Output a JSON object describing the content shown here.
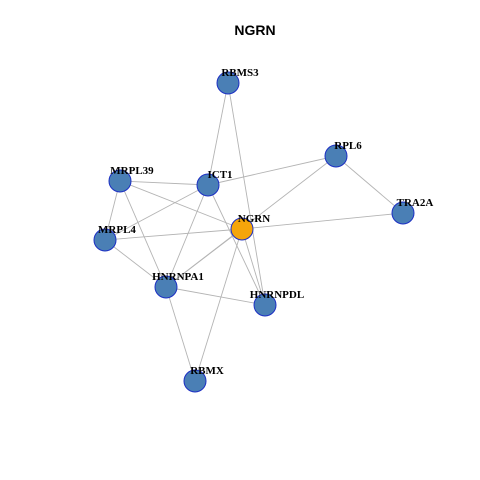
{
  "title": "NGRN",
  "colors": {
    "center_node": "#f5a50a",
    "neighbor_node": "#4a7fb5",
    "node_border": "#1c2fc4",
    "edge": "#b4b4b4"
  },
  "nodes": [
    {
      "id": "RBMS3",
      "label": "RBMS3",
      "center": false
    },
    {
      "id": "RPL6",
      "label": "RPL6",
      "center": false
    },
    {
      "id": "MRPL39",
      "label": "MRPL39",
      "center": false
    },
    {
      "id": "ICT1",
      "label": "ICT1",
      "center": false
    },
    {
      "id": "TRA2A",
      "label": "TRA2A",
      "center": false
    },
    {
      "id": "NGRN",
      "label": "NGRN",
      "center": true
    },
    {
      "id": "MRPL4",
      "label": "MRPL4",
      "center": false
    },
    {
      "id": "HNRNPA1",
      "label": "HNRNPA1",
      "center": false
    },
    {
      "id": "HNRNPDL",
      "label": "HNRNPDL",
      "center": false
    },
    {
      "id": "RBMX",
      "label": "RBMX",
      "center": false
    }
  ],
  "edges": [
    [
      "RBMS3",
      "ICT1"
    ],
    [
      "RBMS3",
      "HNRNPDL"
    ],
    [
      "RPL6",
      "ICT1"
    ],
    [
      "RPL6",
      "TRA2A"
    ],
    [
      "RPL6",
      "HNRNPA1"
    ],
    [
      "MRPL39",
      "ICT1"
    ],
    [
      "MRPL39",
      "NGRN"
    ],
    [
      "MRPL39",
      "MRPL4"
    ],
    [
      "MRPL39",
      "HNRNPA1"
    ],
    [
      "ICT1",
      "MRPL4"
    ],
    [
      "ICT1",
      "HNRNPA1"
    ],
    [
      "ICT1",
      "HNRNPDL"
    ],
    [
      "NGRN",
      "TRA2A"
    ],
    [
      "NGRN",
      "MRPL4"
    ],
    [
      "NGRN",
      "HNRNPA1"
    ],
    [
      "NGRN",
      "HNRNPDL"
    ],
    [
      "NGRN",
      "RBMX"
    ],
    [
      "MRPL4",
      "HNRNPA1"
    ],
    [
      "HNRNPA1",
      "HNRNPDL"
    ],
    [
      "HNRNPA1",
      "RBMX"
    ]
  ]
}
